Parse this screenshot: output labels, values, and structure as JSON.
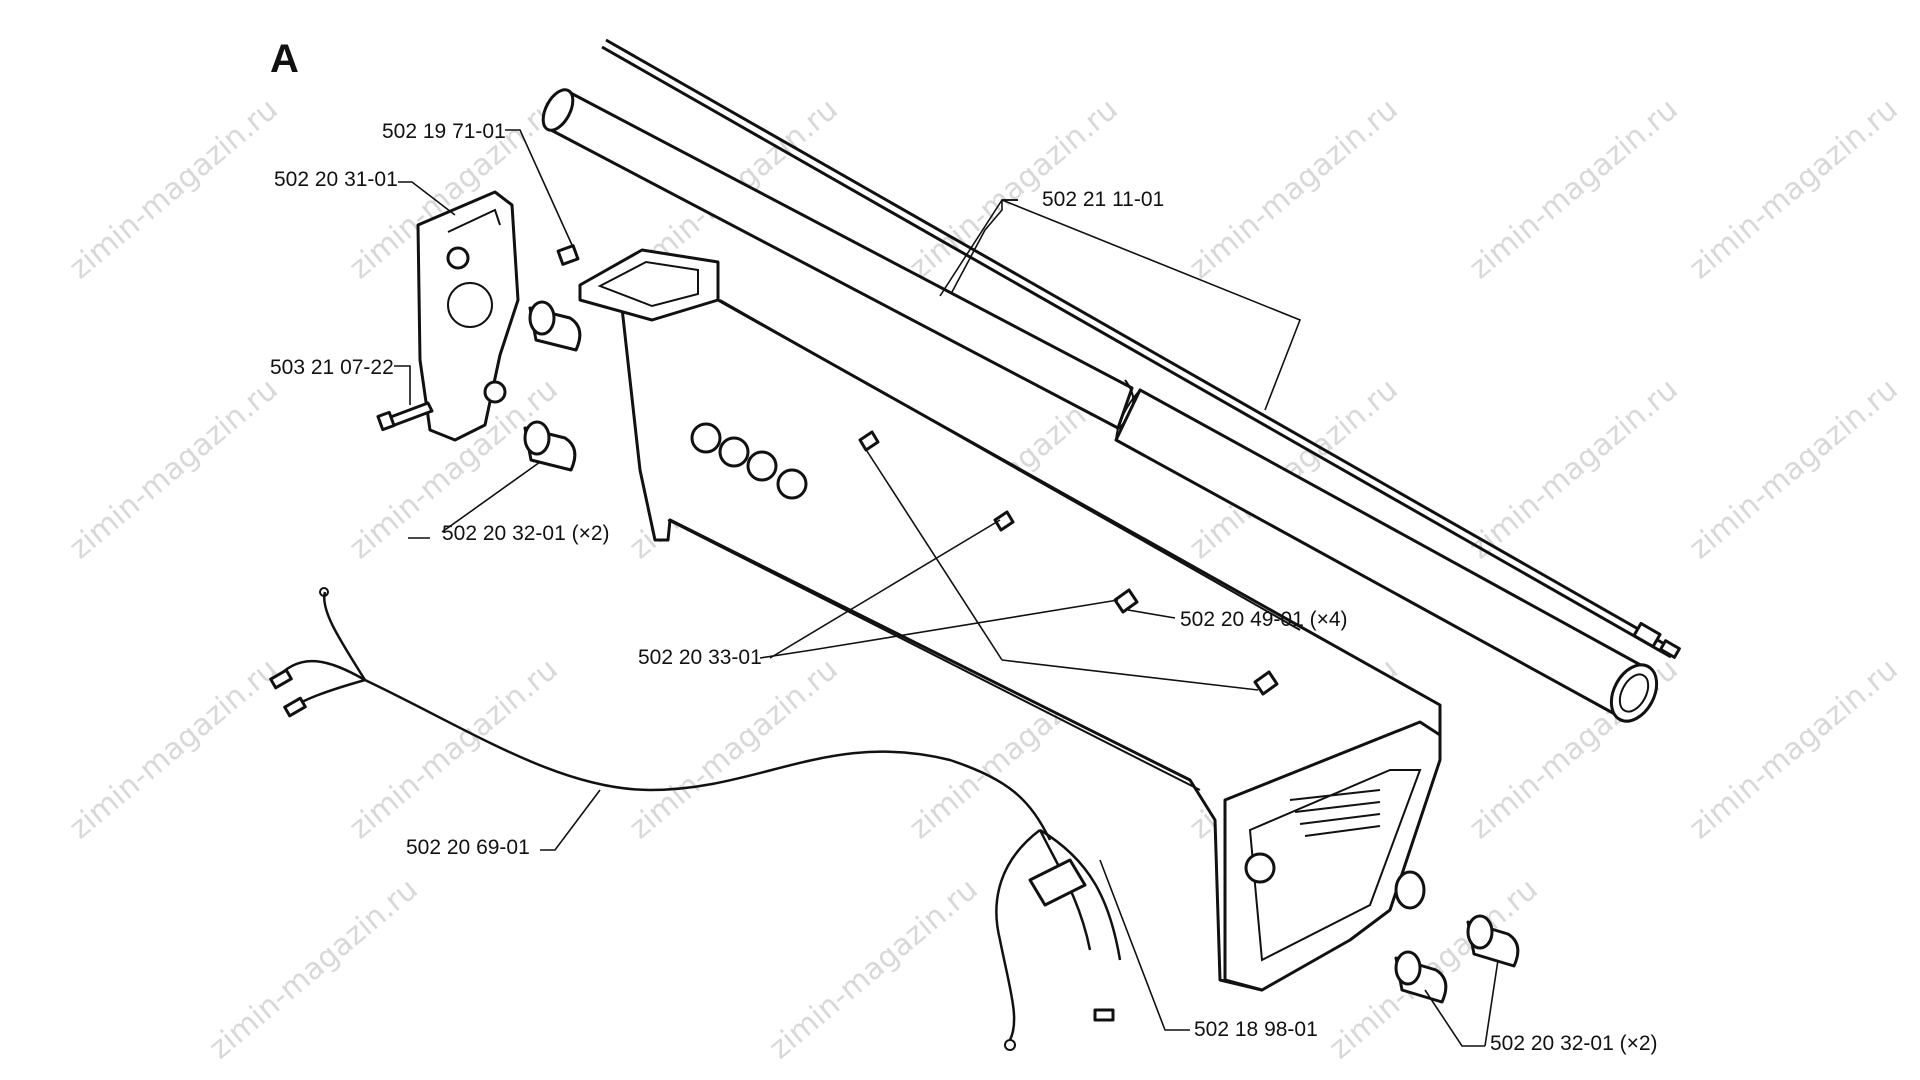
{
  "figure": {
    "title": "A",
    "watermark": "zimin-magazin.ru"
  },
  "labels": {
    "l1": "502 19 71-01",
    "l2": "502 20 31-01",
    "l3": "503 21 07-22",
    "l4": "502 20 32-01 (×2)",
    "l5": "502 21 11-01",
    "l6": "502 20 49-01  (×4)",
    "l7": "502 20 33-01",
    "l8": "502 20 69-01",
    "l9": "502 18 98-01",
    "l10": "502 20 32-01  (×2)"
  }
}
